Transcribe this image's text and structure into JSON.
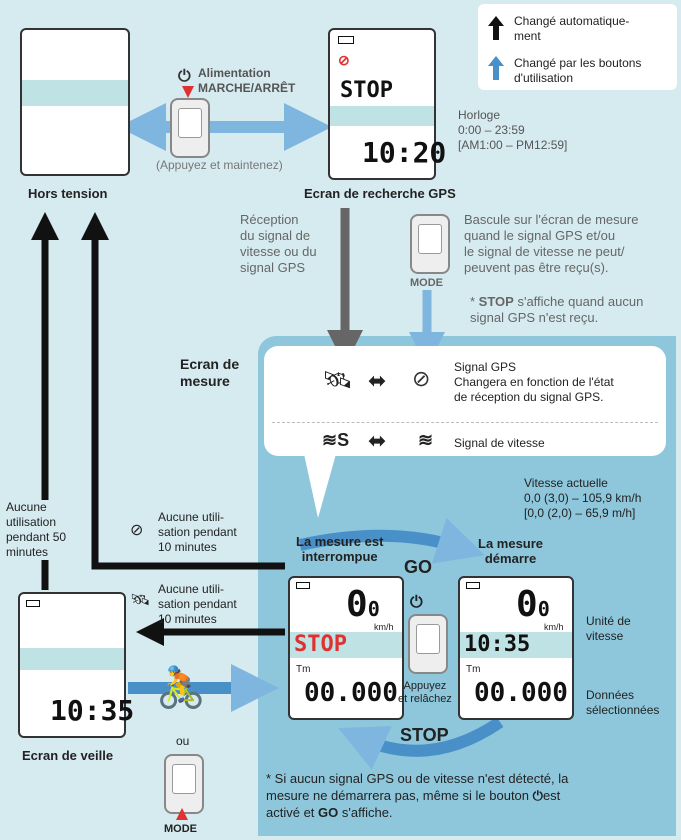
{
  "legend": {
    "auto": "Changé automatique-\nment",
    "manual": "Changé par les boutons\nd'utilisation"
  },
  "power": {
    "label": "Alimentation\nMARCHE/ARRÊT",
    "hint": "(Appuyez et maintenez)"
  },
  "off_state": {
    "caption": "Hors tension"
  },
  "gps_search": {
    "caption": "Ecran de recherche GPS",
    "stop": "STOP",
    "time": "10:20",
    "clock_label": "Horloge\n0:00 – 23:59\n[AM1:00 – PM12:59]"
  },
  "reception": {
    "text": "Réception\ndu signal de\nvitesse ou du\nsignal GPS"
  },
  "mode_note": {
    "label": "MODE",
    "text": "Bascule sur l'écran de mesure\nquand le signal GPS et/ou\nle signal de vitesse ne peut/\npeuvent pas être reçu(s).",
    "note_prefix": "* ",
    "note_bold": "STOP",
    "note_rest": " s'affiche quand aucun\n   signal GPS n'est reçu."
  },
  "measure": {
    "caption": "Ecran de\nmesure",
    "gps_signal": "Signal GPS\nChangera en fonction de l'état\nde réception du signal GPS.",
    "speed_signal": "Signal de vitesse",
    "speed_glyph": "S",
    "paused": "La mesure est\ninterrompue",
    "started": "La mesure\ndémarre",
    "go": "GO",
    "stop_action": "STOP",
    "press": "Appuyez\net relâchez",
    "speed_range": "Vitesse actuelle\n0,0 (3,0) – 105,9 km/h\n[0,0 (2,0) – 65,9 m/h]",
    "speed_unit": "Unité de\nvitesse",
    "selected_data": "Données\nsélectionnées",
    "speed_value": "0",
    "speed_decimal": "0",
    "unit": "km/h",
    "stop_screen": "STOP",
    "time_screen": "10:35",
    "tm": "Tm",
    "data_value": "00.000",
    "footnote_a": "* Si aucun signal GPS ou de vitesse n'est détecté, la\n   mesure ne démarrera pas, même si le bouton ",
    "footnote_b": "est\n   activé et ",
    "footnote_go": "GO",
    "footnote_c": " s'affiche."
  },
  "timeouts": {
    "fifty": "Aucune\nutilisation\npendant 50\nminutes",
    "ten_a": "Aucune utili-\nsation pendant\n10 minutes",
    "ten_b": "Aucune utili-\nsation pendant\n10 minutes"
  },
  "standby": {
    "caption": "Ecran de veille",
    "time": "10:35",
    "ou": "ou",
    "mode": "MODE"
  },
  "colors": {
    "panel": "#d6ebf0",
    "measure_panel": "#8ec7dc",
    "arrow_blue": "#4a90c8",
    "dark": "#111111",
    "stop_red": "#e03030"
  }
}
